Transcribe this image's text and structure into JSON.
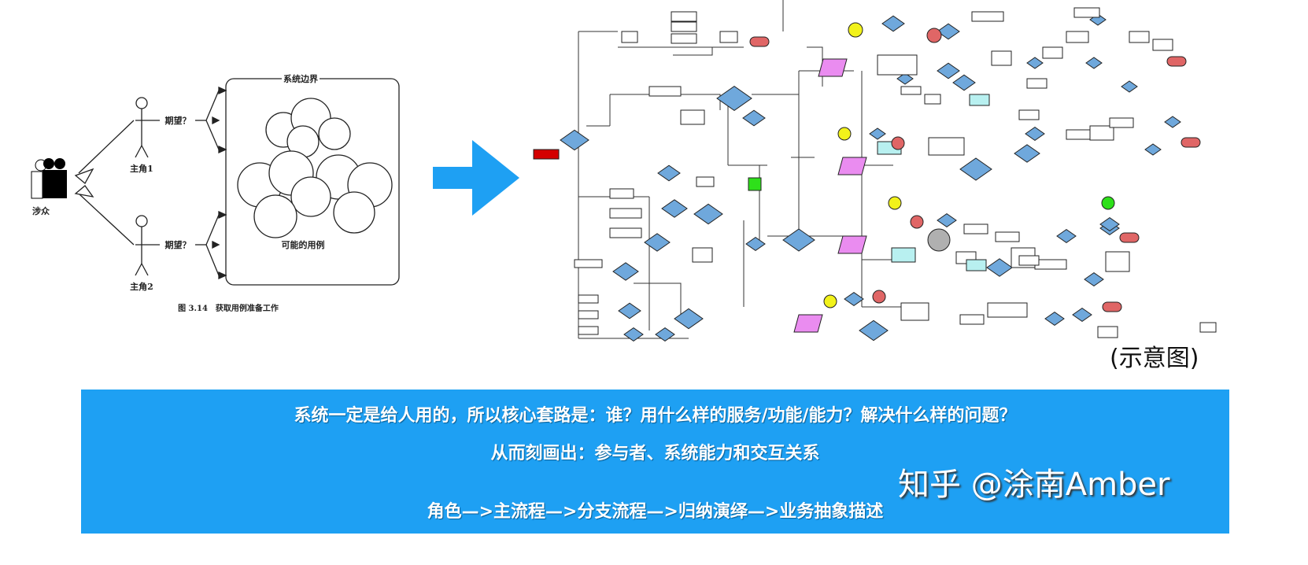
{
  "left_diagram": {
    "boundary_label": "系统边界",
    "stakeholders_label": "涉众",
    "actor1_label": "主角1",
    "actor2_label": "主角2",
    "expectation1_label": "期望？",
    "expectation2_label": "期望？",
    "use_cases_label": "可能的用例",
    "figure_caption": "图 3.14　获取用例准备工作"
  },
  "right_diagram": {
    "note": "(示意图)",
    "colors": {
      "diamond": "#6fa8dc",
      "terminator": "#e06666",
      "start": "#d40000",
      "data": "#ea8cf0",
      "doc": "#b8f0f0",
      "yellow": "#f2f21a",
      "green": "#2ee01a",
      "gray": "#b0b0b0"
    }
  },
  "banner": {
    "line1": "系统一定是给人用的，所以核心套路是：谁？用什么样的服务/功能/能力？解决什么样的问题？",
    "line2": "从而刻画出：参与者、系统能力和交互关系",
    "line3": "角色—>主流程—>分支流程—>归纳演绎—>业务抽象描述",
    "watermark": "知乎 @涂南Amber",
    "color": "#1ea0f3"
  }
}
